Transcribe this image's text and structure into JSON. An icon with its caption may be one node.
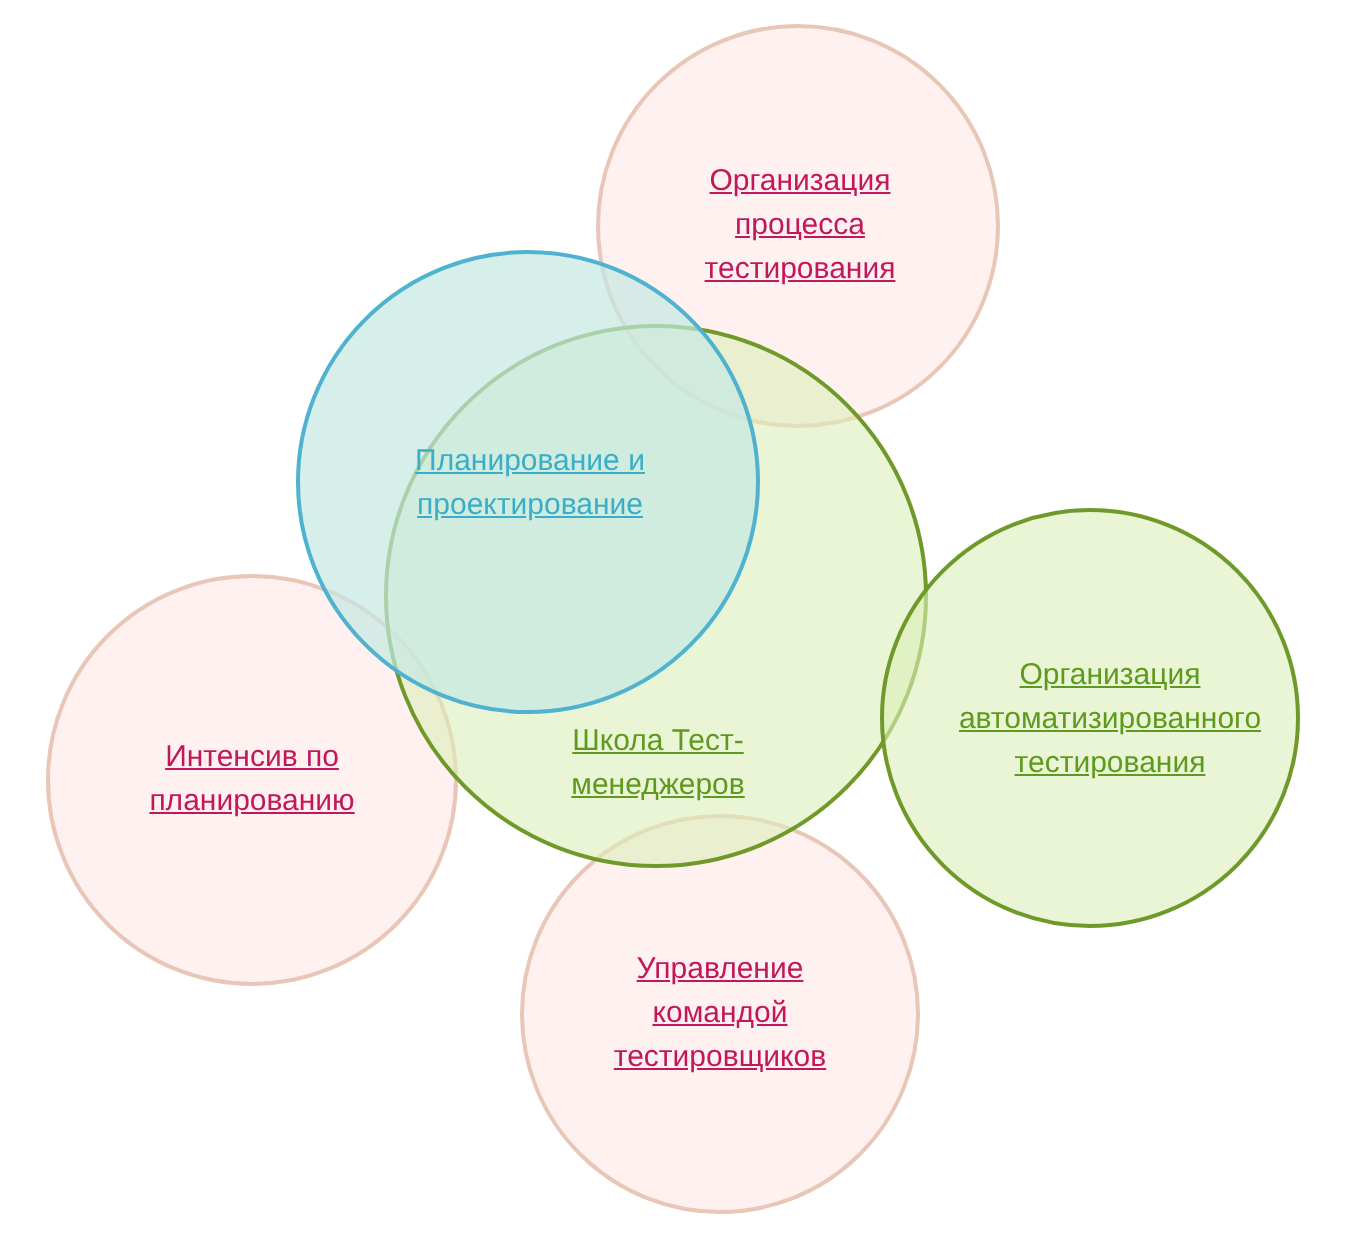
{
  "diagram": {
    "nodes": [
      {
        "text": [
          "Организация процесса тестирования"
        ]
      },
      {
        "text": [
          "Планирование и проектирование"
        ]
      },
      {
        "text": [
          "Школа Тест-менеджеров"
        ]
      },
      {
        "text": [
          "Организация автоматизированного тестирования"
        ]
      },
      {
        "text": [
          "Интенсив по планированию"
        ]
      },
      {
        "text": [
          "Управление командой тестировщиков"
        ]
      }
    ]
  }
}
